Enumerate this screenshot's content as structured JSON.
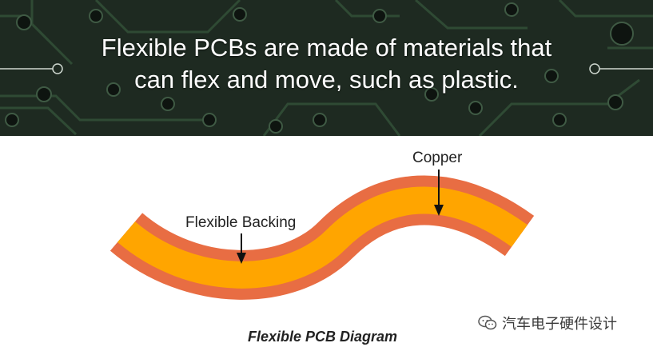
{
  "banner": {
    "headline_line1": "Flexible PCBs are made of materials that",
    "headline_line2": "can flex and move, such as plastic.",
    "background_color": "#1f2a22",
    "trace_color": "#2f4a34"
  },
  "diagram": {
    "copper_label": "Copper",
    "backing_label": "Flexible Backing",
    "caption": "Flexible PCB Diagram",
    "copper_color": "#e86d43",
    "backing_color": "#ffa500"
  },
  "watermark": {
    "icon": "wechat-icon",
    "text": "汽车电子硬件设计"
  }
}
